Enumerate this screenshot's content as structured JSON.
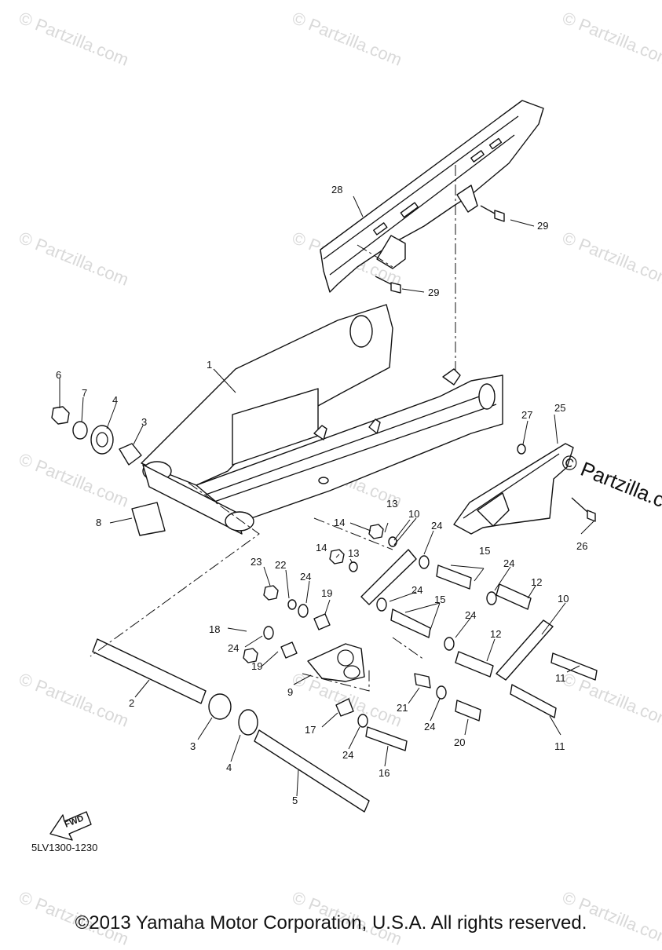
{
  "watermark": "© Partzilla.com",
  "watermark_prominent": "© Partzilla.c",
  "diagram_code": "5LV1300-1230",
  "fwd_label": "FWD",
  "copyright": "©2013 Yamaha Motor Corporation, U.S.A. All rights reserved.",
  "callouts": {
    "c1": "1",
    "c2": "2",
    "c3a": "3",
    "c3b": "3",
    "c4a": "4",
    "c4b": "4",
    "c5": "5",
    "c6": "6",
    "c7": "7",
    "c8": "8",
    "c9": "9",
    "c10a": "10",
    "c10b": "10",
    "c11a": "11",
    "c11b": "11",
    "c12a": "12",
    "c12b": "12",
    "c13a": "13",
    "c13b": "13",
    "c14a": "14",
    "c14b": "14",
    "c15a": "15",
    "c15b": "15",
    "c16": "16",
    "c17": "17",
    "c18": "18",
    "c19a": "19",
    "c19b": "19",
    "c20": "20",
    "c21": "21",
    "c22": "22",
    "c23": "23",
    "c24a": "24",
    "c24b": "24",
    "c24c": "24",
    "c24d": "24",
    "c24e": "24",
    "c24f": "24",
    "c24g": "24",
    "c24h": "24",
    "c25": "25",
    "c26": "26",
    "c27": "27",
    "c28": "28",
    "c29a": "29",
    "c29b": "29"
  }
}
